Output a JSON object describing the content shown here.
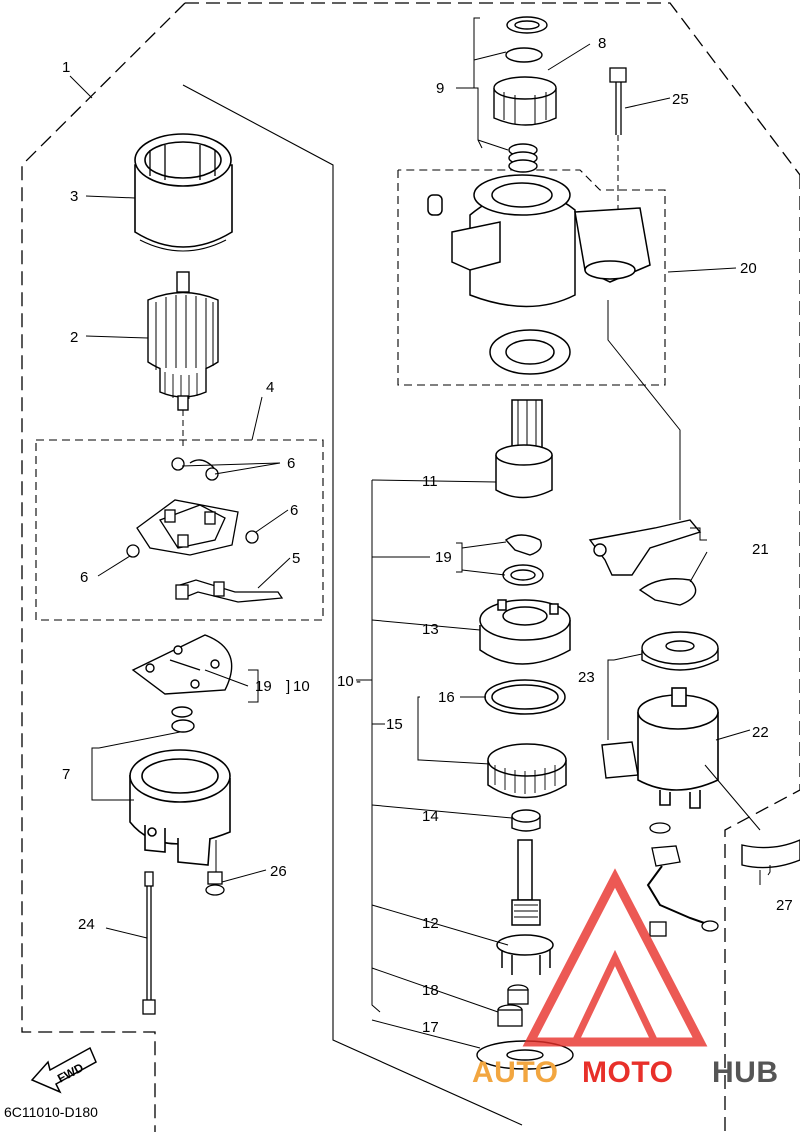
{
  "diagram": {
    "footer_code": "6C11010-D180",
    "fwd_label": "FWD",
    "part_numbers": {
      "p1": "1",
      "p2": "2",
      "p3": "3",
      "p4": "4",
      "p5": "5",
      "p6a": "6",
      "p6b": "6",
      "p6c": "6",
      "p7": "7",
      "p8": "8",
      "p9": "9",
      "p10a": "10",
      "p10b": "10",
      "p11": "11",
      "p12": "12",
      "p13": "13",
      "p14": "14",
      "p15": "15",
      "p16": "16",
      "p17": "17",
      "p18": "18",
      "p19a": "19",
      "p19b": "19",
      "p20": "20",
      "p21": "21",
      "p22": "22",
      "p23": "23",
      "p24": "24",
      "p25": "25",
      "p26": "26",
      "p27": "27"
    }
  },
  "watermark": {
    "part1": "AUTO",
    "part2": "MOTO",
    "part3": "HUB",
    "colors": {
      "auto": "#f2a640",
      "moto": "#e8302a",
      "hub": "#555555",
      "logo": "#e8302a"
    }
  }
}
